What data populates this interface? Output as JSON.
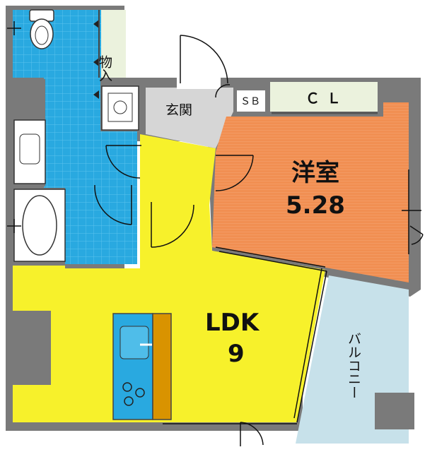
{
  "rooms": {
    "storage": "物入",
    "genkan": "玄関",
    "sb": "ＳＢ",
    "cl": "ＣＬ",
    "western_name": "洋室",
    "western_size": "5.28",
    "ldk_name": "LDK",
    "ldk_size": "9",
    "balcony": "バルコニー"
  },
  "colors": {
    "wall": "#7a7a7a",
    "wet_area": "#29a9e0",
    "ldk": "#f7f12b",
    "western": "#f18f52",
    "balcony": "#c7e1ea",
    "genkan": "#d6d6d6",
    "closet": "#ebf2dd",
    "counter": "#d99300",
    "kitchen": "#29a9e0"
  }
}
